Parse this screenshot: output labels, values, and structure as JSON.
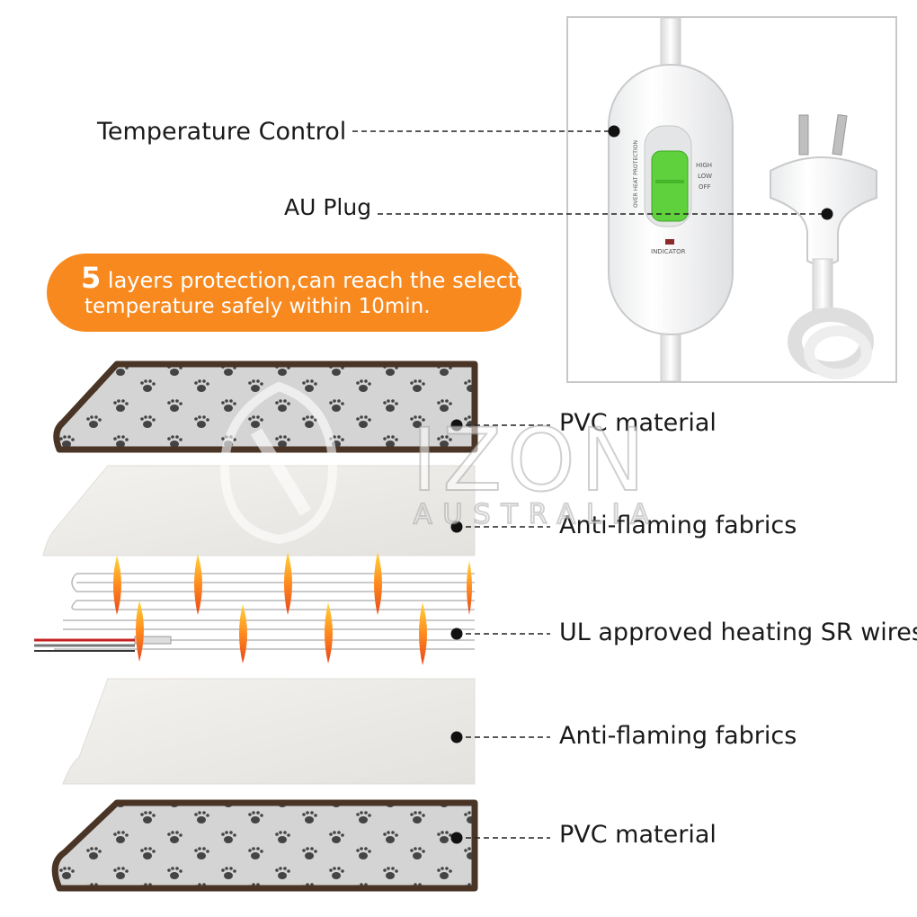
{
  "labels": {
    "temperature_control": "Temperature Control",
    "au_plug": "AU Plug",
    "layer1": "PVC material",
    "layer2": "Anti-flaming fabrics",
    "layer3": "UL approved heating SR wires",
    "layer4": "Anti-flaming fabrics",
    "layer5": "PVC material"
  },
  "callout": {
    "number": "5",
    "line1_rest": " layers protection,can reach the selected",
    "line2": "temperature safely within 10min."
  },
  "controller": {
    "switch_high": "HIGH",
    "switch_low": "LOW",
    "switch_off": "OFF",
    "protection": "OVER HEAT PROTECTION",
    "indicator": "INDICATOR"
  },
  "watermark": {
    "brand": "IZON",
    "sub": "AUSTRALIA"
  },
  "colors": {
    "accent": "#f7891f",
    "switch_green": "#5fd13c",
    "mat_border": "#4a3426"
  }
}
